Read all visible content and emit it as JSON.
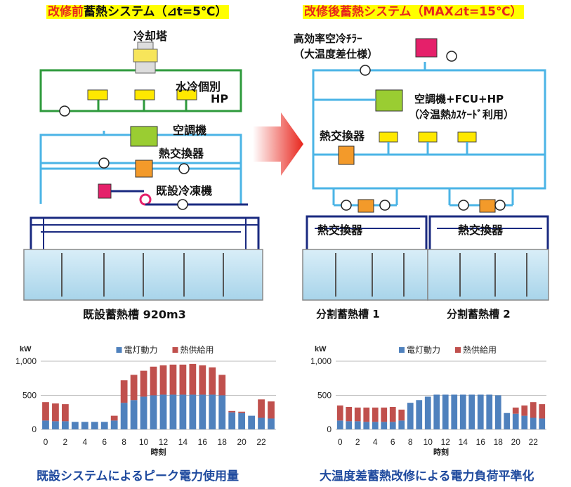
{
  "before": {
    "title_prefix": "改修前",
    "title_suffix": "蓄熱システム（⊿t=5℃）",
    "labels": {
      "cooling_tower": "冷却塔",
      "water_hp_1": "水冷個別",
      "water_hp_2": "HP",
      "ahu": "空調機",
      "heat_exchanger": "熱交換器",
      "chiller": "既設冷凍機",
      "tank": "既設蓄熱槽 920m3"
    }
  },
  "after": {
    "title_prefix": "改修後",
    "title_suffix": "蓄熱システム（MAX⊿t=15℃）",
    "labels": {
      "chiller_1": "高効率空冷ﾁﾗｰ",
      "chiller_2": "（大温度差仕様）",
      "ahu_1": "空調機+FCU+HP",
      "ahu_2": "（冷温熱ｶｽｹｰﾄﾞ利用）",
      "heat_exchanger": "熱交換器",
      "hx_left": "熱交換器",
      "hx_right": "熱交換器",
      "tank_1": "分割蓄熱槽 1",
      "tank_2": "分割蓄熱槽 2"
    }
  },
  "colors": {
    "pipe_green": "#2e9a3c",
    "pipe_cyan": "#4bb4e6",
    "pipe_navy": "#1a2a80",
    "series_power": "#4f81bd",
    "series_heat": "#c0504d",
    "caption": "#1f4a9e"
  },
  "chart_data": [
    {
      "type": "bar",
      "stacked": true,
      "unit": "kW",
      "xlabel": "時刻",
      "ylim": [
        0,
        1000
      ],
      "y_ticks": [
        "0",
        "500",
        "1,000"
      ],
      "x_ticks": [
        "0",
        "2",
        "4",
        "6",
        "8",
        "10",
        "12",
        "14",
        "16",
        "18",
        "20",
        "22"
      ],
      "categories": [
        0,
        1,
        2,
        3,
        4,
        5,
        6,
        7,
        8,
        9,
        10,
        11,
        12,
        13,
        14,
        15,
        16,
        17,
        18,
        19,
        20,
        21,
        22,
        23
      ],
      "series": [
        {
          "name": "電灯動力",
          "values": [
            130,
            120,
            120,
            110,
            110,
            110,
            110,
            130,
            390,
            430,
            480,
            500,
            510,
            510,
            510,
            510,
            510,
            510,
            500,
            250,
            240,
            200,
            170,
            160
          ]
        },
        {
          "name": "熱供給用",
          "values": [
            270,
            260,
            250,
            0,
            0,
            0,
            0,
            70,
            330,
            370,
            380,
            420,
            430,
            440,
            440,
            450,
            430,
            400,
            300,
            20,
            20,
            0,
            270,
            250
          ]
        }
      ],
      "legend_position": "top",
      "caption": "既設システムによるピーク電力使用量"
    },
    {
      "type": "bar",
      "stacked": true,
      "unit": "kW",
      "xlabel": "時刻",
      "ylim": [
        0,
        1000
      ],
      "y_ticks": [
        "0",
        "500",
        "1,000"
      ],
      "x_ticks": [
        "0",
        "2",
        "4",
        "6",
        "8",
        "10",
        "12",
        "14",
        "16",
        "18",
        "20",
        "22"
      ],
      "categories": [
        0,
        1,
        2,
        3,
        4,
        5,
        6,
        7,
        8,
        9,
        10,
        11,
        12,
        13,
        14,
        15,
        16,
        17,
        18,
        19,
        20,
        21,
        22,
        23
      ],
      "series": [
        {
          "name": "電灯動力",
          "values": [
            130,
            120,
            120,
            110,
            110,
            110,
            110,
            130,
            390,
            430,
            480,
            510,
            510,
            510,
            510,
            510,
            510,
            510,
            500,
            240,
            230,
            200,
            170,
            160
          ]
        },
        {
          "name": "熱供給用",
          "values": [
            220,
            210,
            200,
            210,
            210,
            210,
            220,
            160,
            0,
            0,
            0,
            0,
            0,
            0,
            0,
            0,
            0,
            0,
            0,
            0,
            90,
            150,
            230,
            210
          ]
        }
      ],
      "legend_position": "top",
      "caption": "大温度差蓄熱改修による電力負荷平準化"
    }
  ]
}
